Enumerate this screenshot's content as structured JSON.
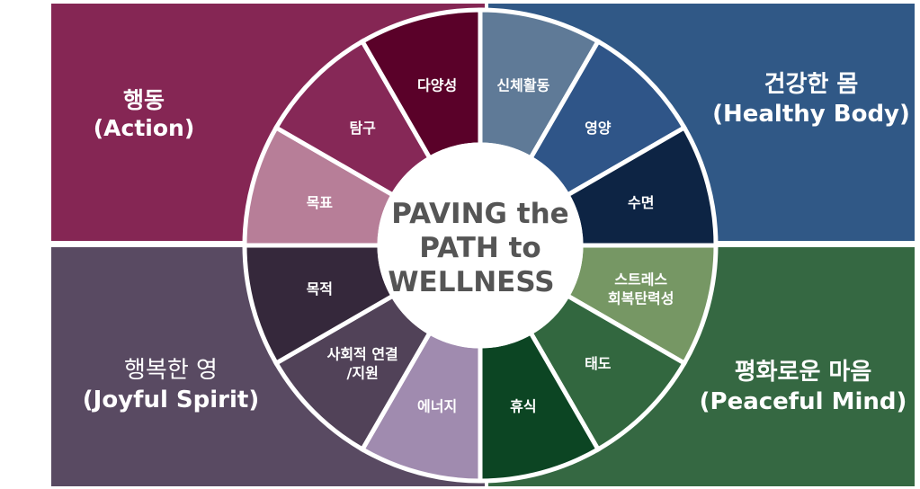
{
  "quadrants": {
    "action": {
      "title": "행동",
      "subtitle": "(Action)",
      "color": "#852654"
    },
    "body": {
      "title": "건강한 몸",
      "subtitle": "(Healthy Body)",
      "color": "#305886"
    },
    "spirit": {
      "title": "행복한 영",
      "subtitle": "(Joyful Spirit)",
      "color": "#594A62"
    },
    "mind": {
      "title": "평화로운 마음",
      "subtitle": "(Peaceful Mind)",
      "color": "#356842"
    }
  },
  "center": {
    "line1": "PAVING the",
    "line2": "PATH to",
    "line3": "WELLNESS"
  },
  "segments": [
    {
      "lines": [
        "신체활동"
      ],
      "color": "#5F7A97"
    },
    {
      "lines": [
        "영양"
      ],
      "color": "#2F5588"
    },
    {
      "lines": [
        "수면"
      ],
      "color": "#0D2444"
    },
    {
      "lines": [
        "스트레스",
        "회복탄력성"
      ],
      "color": "#769764"
    },
    {
      "lines": [
        "태도"
      ],
      "color": "#32673F"
    },
    {
      "lines": [
        "휴식"
      ],
      "color": "#0C4523"
    },
    {
      "lines": [
        "에너지"
      ],
      "color": "#A08BAF"
    },
    {
      "lines": [
        "사회적 연결",
        "/지원"
      ],
      "color": "#514258"
    },
    {
      "lines": [
        "목적"
      ],
      "color": "#35283B"
    },
    {
      "lines": [
        "목표"
      ],
      "color": "#B77E98"
    },
    {
      "lines": [
        "탐구"
      ],
      "color": "#862857"
    },
    {
      "lines": [
        "다양성"
      ],
      "color": "#5A0129"
    }
  ]
}
